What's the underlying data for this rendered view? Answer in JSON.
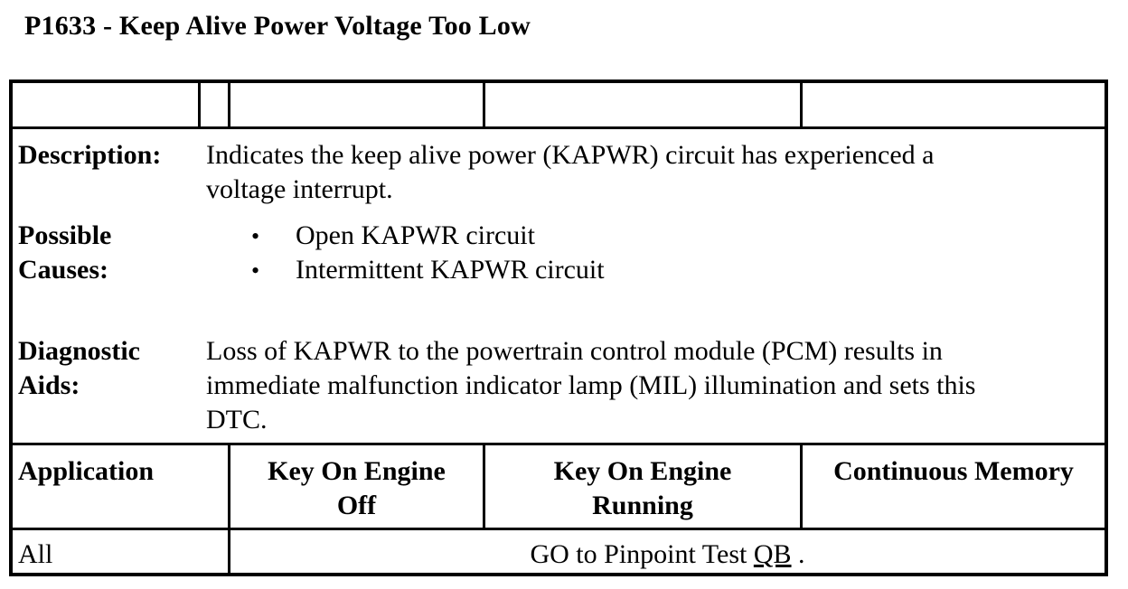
{
  "document": {
    "title": "P1633 - Keep Alive Power Voltage Too Low"
  },
  "description": {
    "label": "Description:",
    "line1": "Indicates the keep alive power (KAPWR) circuit has experienced a",
    "line2": "voltage interrupt."
  },
  "possible_causes": {
    "label_line1": "Possible",
    "label_line2": "Causes:",
    "bullet_glyph": "•",
    "items": [
      "Open KAPWR circuit",
      "Intermittent KAPWR circuit"
    ]
  },
  "diagnostic_aids": {
    "label_line1": "Diagnostic",
    "label_line2": "Aids:",
    "line1": "Loss of KAPWR to the powertrain control module (PCM) results in",
    "line2": "immediate malfunction indicator lamp (MIL) illumination and sets this",
    "line3": "DTC."
  },
  "application_table": {
    "headers": {
      "application": "Application",
      "koeo_line1": "Key On Engine",
      "koeo_line2": "Off",
      "koer_line1": "Key On Engine",
      "koer_line2": "Running",
      "continuous": "Continuous Memory"
    },
    "row": {
      "application": "All",
      "action_prefix": "GO to Pinpoint Test",
      "action_link": "QB",
      "action_suffix": "."
    }
  }
}
